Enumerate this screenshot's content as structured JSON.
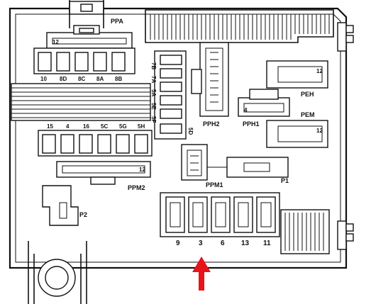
{
  "connectors": {
    "ppa": "PPA",
    "pph2": "PPH2",
    "pph1": "PPH1",
    "peh": "PEH",
    "pem": "PEM",
    "ppm1": "PPM1",
    "ppm2": "PPM2",
    "p1": "P1",
    "p2": "P2"
  },
  "pin_labels": {
    "ppa_pin": "12",
    "peh_pin": "12",
    "pem_pin": "12",
    "ppm2_pin": "12"
  },
  "fuses_top_row": [
    "10",
    "8D",
    "8C",
    "8A",
    "8B"
  ],
  "fuses_vertical": [
    "7B",
    "7A",
    "5A",
    "5E",
    "5F",
    "5D"
  ],
  "fuses_middle_row": [
    "15",
    "4",
    "16",
    "5C",
    "5G",
    "5H"
  ],
  "fuses_bottom_row": [
    "9",
    "3",
    "6",
    "13",
    "11"
  ],
  "highlight": {
    "fuse": "3",
    "color": "#e8141c"
  }
}
